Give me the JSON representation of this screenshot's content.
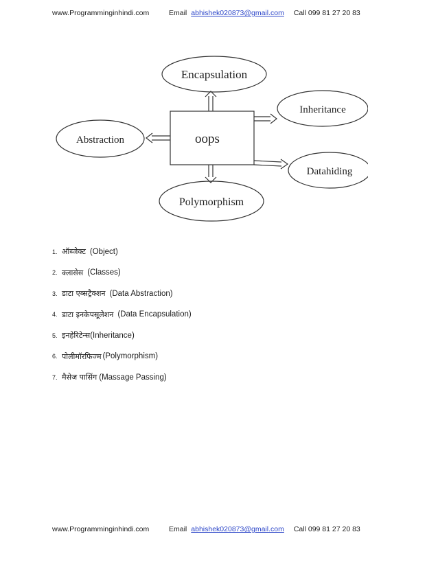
{
  "header": {
    "site": "www.Programminginhindi.com",
    "email_label": "Email",
    "email": "abhishek020873@gmail.com",
    "call": "Call  099 81 27 20 83"
  },
  "diagram": {
    "center": "oops",
    "nodes": {
      "encapsulation": "Encapsulation",
      "inheritance": "Inheritance",
      "abstraction": "Abstraction",
      "datahiding": "Datahiding",
      "polymorphism": "Polymorphism"
    }
  },
  "list": [
    {
      "num": "1.",
      "hindi": "ऑब्जेक्ट",
      "english": "(Object)"
    },
    {
      "num": "2.",
      "hindi": "क्लासेस",
      "english": "(Classes)"
    },
    {
      "num": "3.",
      "hindi": "डाटा एब्सट्रैक्शन",
      "english": "(Data Abstraction)"
    },
    {
      "num": "4.",
      "hindi": "डाटा इनकेपसूलेशन",
      "english": "(Data Encapsulation)"
    },
    {
      "num": "5.",
      "hindi": "इनहेरिटेन्स",
      "english": "(Inheritance)"
    },
    {
      "num": "6.",
      "hindi": "पोलीमॉरफिज्म",
      "english": "(Polymorphism)"
    },
    {
      "num": "7.",
      "hindi": "मैसेज पासिंग",
      "english": "(Massage Passing)"
    }
  ],
  "footer": {
    "site": "www.Programminginhindi.com",
    "email_label": "Email",
    "email": "abhishek020873@gmail.com",
    "call": "Call  099 81 27 20 83"
  }
}
